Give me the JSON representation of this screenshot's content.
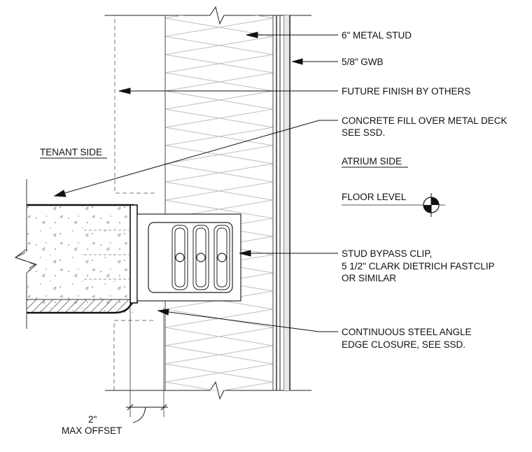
{
  "labels": {
    "metal_stud": "6\" METAL STUD",
    "gwb": "5/8\" GWB",
    "future_finish": "FUTURE FINISH BY OTHERS",
    "concrete_fill_1": "CONCRETE FILL OVER METAL DECK",
    "concrete_fill_2": "SEE SSD.",
    "tenant_side": "TENANT SIDE",
    "atrium_side": "ATRIUM SIDE",
    "floor_level": "FLOOR LEVEL",
    "bypass_clip_1": "STUD BYPASS CLIP,",
    "bypass_clip_2": "5 1/2\" CLARK DIETRICH FASTCLIP",
    "bypass_clip_3": "OR SIMILAR",
    "steel_angle_1": "CONTINUOUS STEEL ANGLE",
    "steel_angle_2": "EDGE CLOSURE, SEE SSD.",
    "offset_dim": "2\"",
    "offset_note": "MAX OFFSET"
  },
  "icons": {
    "floor_level_marker": "floor-level-target-icon",
    "break_line": "break-line-icon"
  }
}
